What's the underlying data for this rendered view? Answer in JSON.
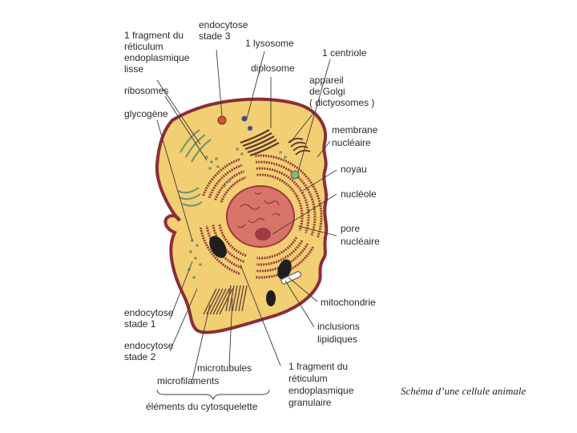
{
  "caption": "Schéma d’une cellule animale",
  "colors": {
    "cytoplasm": "#f3cf73",
    "membrane": "#8c2d36",
    "nucleus": "#d9746a",
    "nucleolus": "#9e3b45",
    "reticulum": "#9a3a3a",
    "smooth_reticulum": "#6f9a6a",
    "mitochondria": "#1e1e1e",
    "golgi": "#5a3a2a",
    "leader_lines": "#3a3a3a"
  },
  "labels": {
    "reticulum_lisse": [
      "1 fragment du",
      "réticulum",
      "endoplasmique",
      "lisse"
    ],
    "endocytose_3": [
      "endocytose",
      "stade 3"
    ],
    "lysosome": [
      "1 lysosome"
    ],
    "centriole": [
      "1 centriole"
    ],
    "diplosome": [
      "diplosome"
    ],
    "golgi": [
      "appareil",
      "de Golgi",
      "( dictyosomes )"
    ],
    "ribosomes": [
      "ribosomes"
    ],
    "glycogene": [
      "glycogène"
    ],
    "membrane_nucleaire": [
      "membrane",
      "nucléaire"
    ],
    "noyau": [
      "noyau"
    ],
    "nucleole": [
      "nucléole"
    ],
    "pore": [
      "pore",
      "nucléaire"
    ],
    "mitochondrie": [
      "mitochondrie"
    ],
    "endocytose_1": [
      "endocytose",
      "stade 1"
    ],
    "inclusions": [
      "inclusions",
      "lipidiques"
    ],
    "endocytose_2": [
      "endocytose",
      "stade 2"
    ],
    "microtubules": [
      "microtubules"
    ],
    "microfilaments": [
      "microfilaments"
    ],
    "reticulum_granulaire": [
      "1 fragment du",
      "réticulum",
      "endoplasmique",
      "granulaire"
    ],
    "cytosquelette": [
      "éléments du cytosquelette"
    ]
  }
}
